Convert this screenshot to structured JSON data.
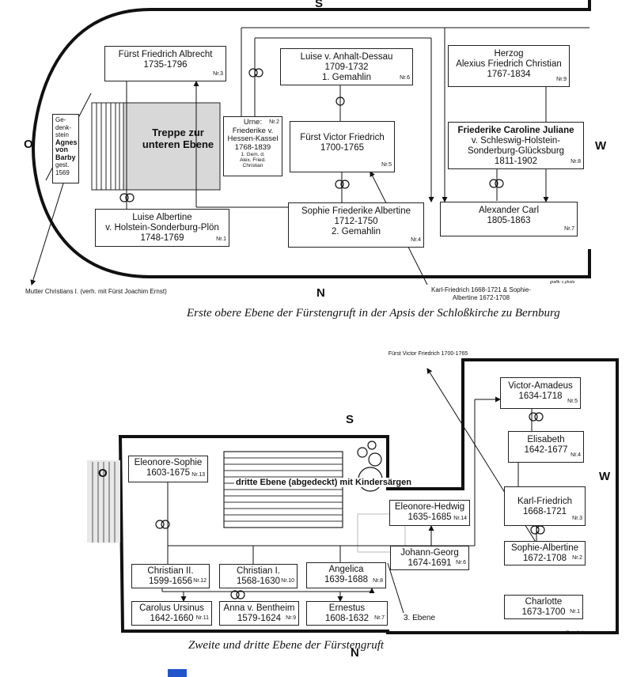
{
  "upper": {
    "compass": {
      "s": "S",
      "n": "N",
      "o": "O",
      "w": "W"
    },
    "caption": [
      "Erste obere Ebene",
      "der Fürstengruft in der Apsis",
      "der Schloßkirche zu Bernburg"
    ],
    "stairs": [
      "Treppe zur",
      "unteren Ebene"
    ],
    "gedenkstein": [
      "Ge-",
      "denk-",
      "stein",
      "Agnes",
      "von",
      "Barby",
      "gest.",
      "1569"
    ],
    "mutter_note": [
      "Mutter Christians I.",
      "(verh. mit Fürst Joachim Ernst)"
    ],
    "karl_note": [
      "Karl-Friedrich 1668-1721",
      "&",
      "Sophie-Albertine 1672-1708"
    ],
    "credit": "grafik: c.photo",
    "boxes": {
      "b3": {
        "lines": [
          "Fürst Friedrich Albrecht",
          "1735-1796"
        ],
        "nr": "Nr.3"
      },
      "b6": {
        "lines": [
          "Luise v. Anhalt-Dessau",
          "1709-1732",
          "1. Gemahlin"
        ],
        "nr": "Nr.6"
      },
      "b9": {
        "lines": [
          "Herzog",
          "Alexius Friedrich Christian",
          "1767-1834"
        ],
        "nr": "Nr.9"
      },
      "b2": {
        "lines": [
          "Urne:",
          "Friederike v.",
          "Hessen-Kassel",
          "1768-1839",
          "1. Gem. d.",
          "Alex. Fried.",
          "Christian"
        ],
        "nr": "Nr.2"
      },
      "b5": {
        "lines": [
          "Fürst Victor Friedrich",
          "1700-1765"
        ],
        "nr": "Nr.5"
      },
      "b8": {
        "lines": [
          "Friederike Caroline Juliane",
          "v. Schleswig-Holstein-",
          "Sonderburg-Glücksburg",
          "1811-1902"
        ],
        "nr": "Nr.8"
      },
      "b1": {
        "lines": [
          "Luise Albertine",
          "v. Holstein-Sonderburg-Plön",
          "1748-1769"
        ],
        "nr": "Nr.1"
      },
      "b4": {
        "lines": [
          "Sophie Friederike Albertine",
          "1712-1750",
          "2. Gemahlin"
        ],
        "nr": "Nr.4"
      },
      "b7": {
        "lines": [
          "Alexander Carl",
          "1805-1863"
        ],
        "nr": "Nr.7"
      }
    }
  },
  "lower": {
    "compass": {
      "s": "S",
      "n": "N",
      "o": "O",
      "w": "W"
    },
    "caption": [
      "Zweite und dritte Ebene",
      "der Fürstengruft"
    ],
    "third_level": [
      "dritte Ebene",
      "(abgedeckt) mit",
      "Kindersärgen"
    ],
    "third_label": "3. Ebene",
    "victor_note": [
      "Fürst Victor Friedrich",
      "1700-1765"
    ],
    "credit": "grafik: c.photo",
    "boxes": {
      "c5": {
        "lines": [
          "Victor-Amadeus",
          "1634-1718"
        ],
        "nr": "Nr.5"
      },
      "c4": {
        "lines": [
          "Elisabeth",
          "1642-1677"
        ],
        "nr": "Nr.4"
      },
      "c3": {
        "lines": [
          "Karl-Friedrich",
          "1668-1721"
        ],
        "nr": "Nr.3"
      },
      "c2": {
        "lines": [
          "Sophie-Albertine",
          "1672-1708"
        ],
        "nr": "Nr.2"
      },
      "c1": {
        "lines": [
          "Charlotte",
          "1673-1700"
        ],
        "nr": "Nr.1"
      },
      "c13": {
        "lines": [
          "Eleonore-Sophie",
          "1603-1675"
        ],
        "nr": "Nr.13"
      },
      "c14": {
        "lines": [
          "Eleonore-Hedwig",
          "1635-1685"
        ],
        "nr": "Nr.14"
      },
      "c6": {
        "lines": [
          "Johann-Georg",
          "1674-1691"
        ],
        "nr": "Nr.6"
      },
      "c12": {
        "lines": [
          "Christian II.",
          "1599-1656"
        ],
        "nr": "Nr.12"
      },
      "c10": {
        "lines": [
          "Christian I.",
          "1568-1630"
        ],
        "nr": "Nr.10"
      },
      "c8": {
        "lines": [
          "Angelica",
          "1639-1688"
        ],
        "nr": "Nr.8"
      },
      "c11": {
        "lines": [
          "Carolus Ursinus",
          "1642-1660"
        ],
        "nr": "Nr.11"
      },
      "c9": {
        "lines": [
          "Anna v. Bentheim",
          "1579-1624"
        ],
        "nr": "Nr.9"
      },
      "c7": {
        "lines": [
          "Ernestus",
          "1608-1632"
        ],
        "nr": "Nr.7"
      }
    }
  }
}
